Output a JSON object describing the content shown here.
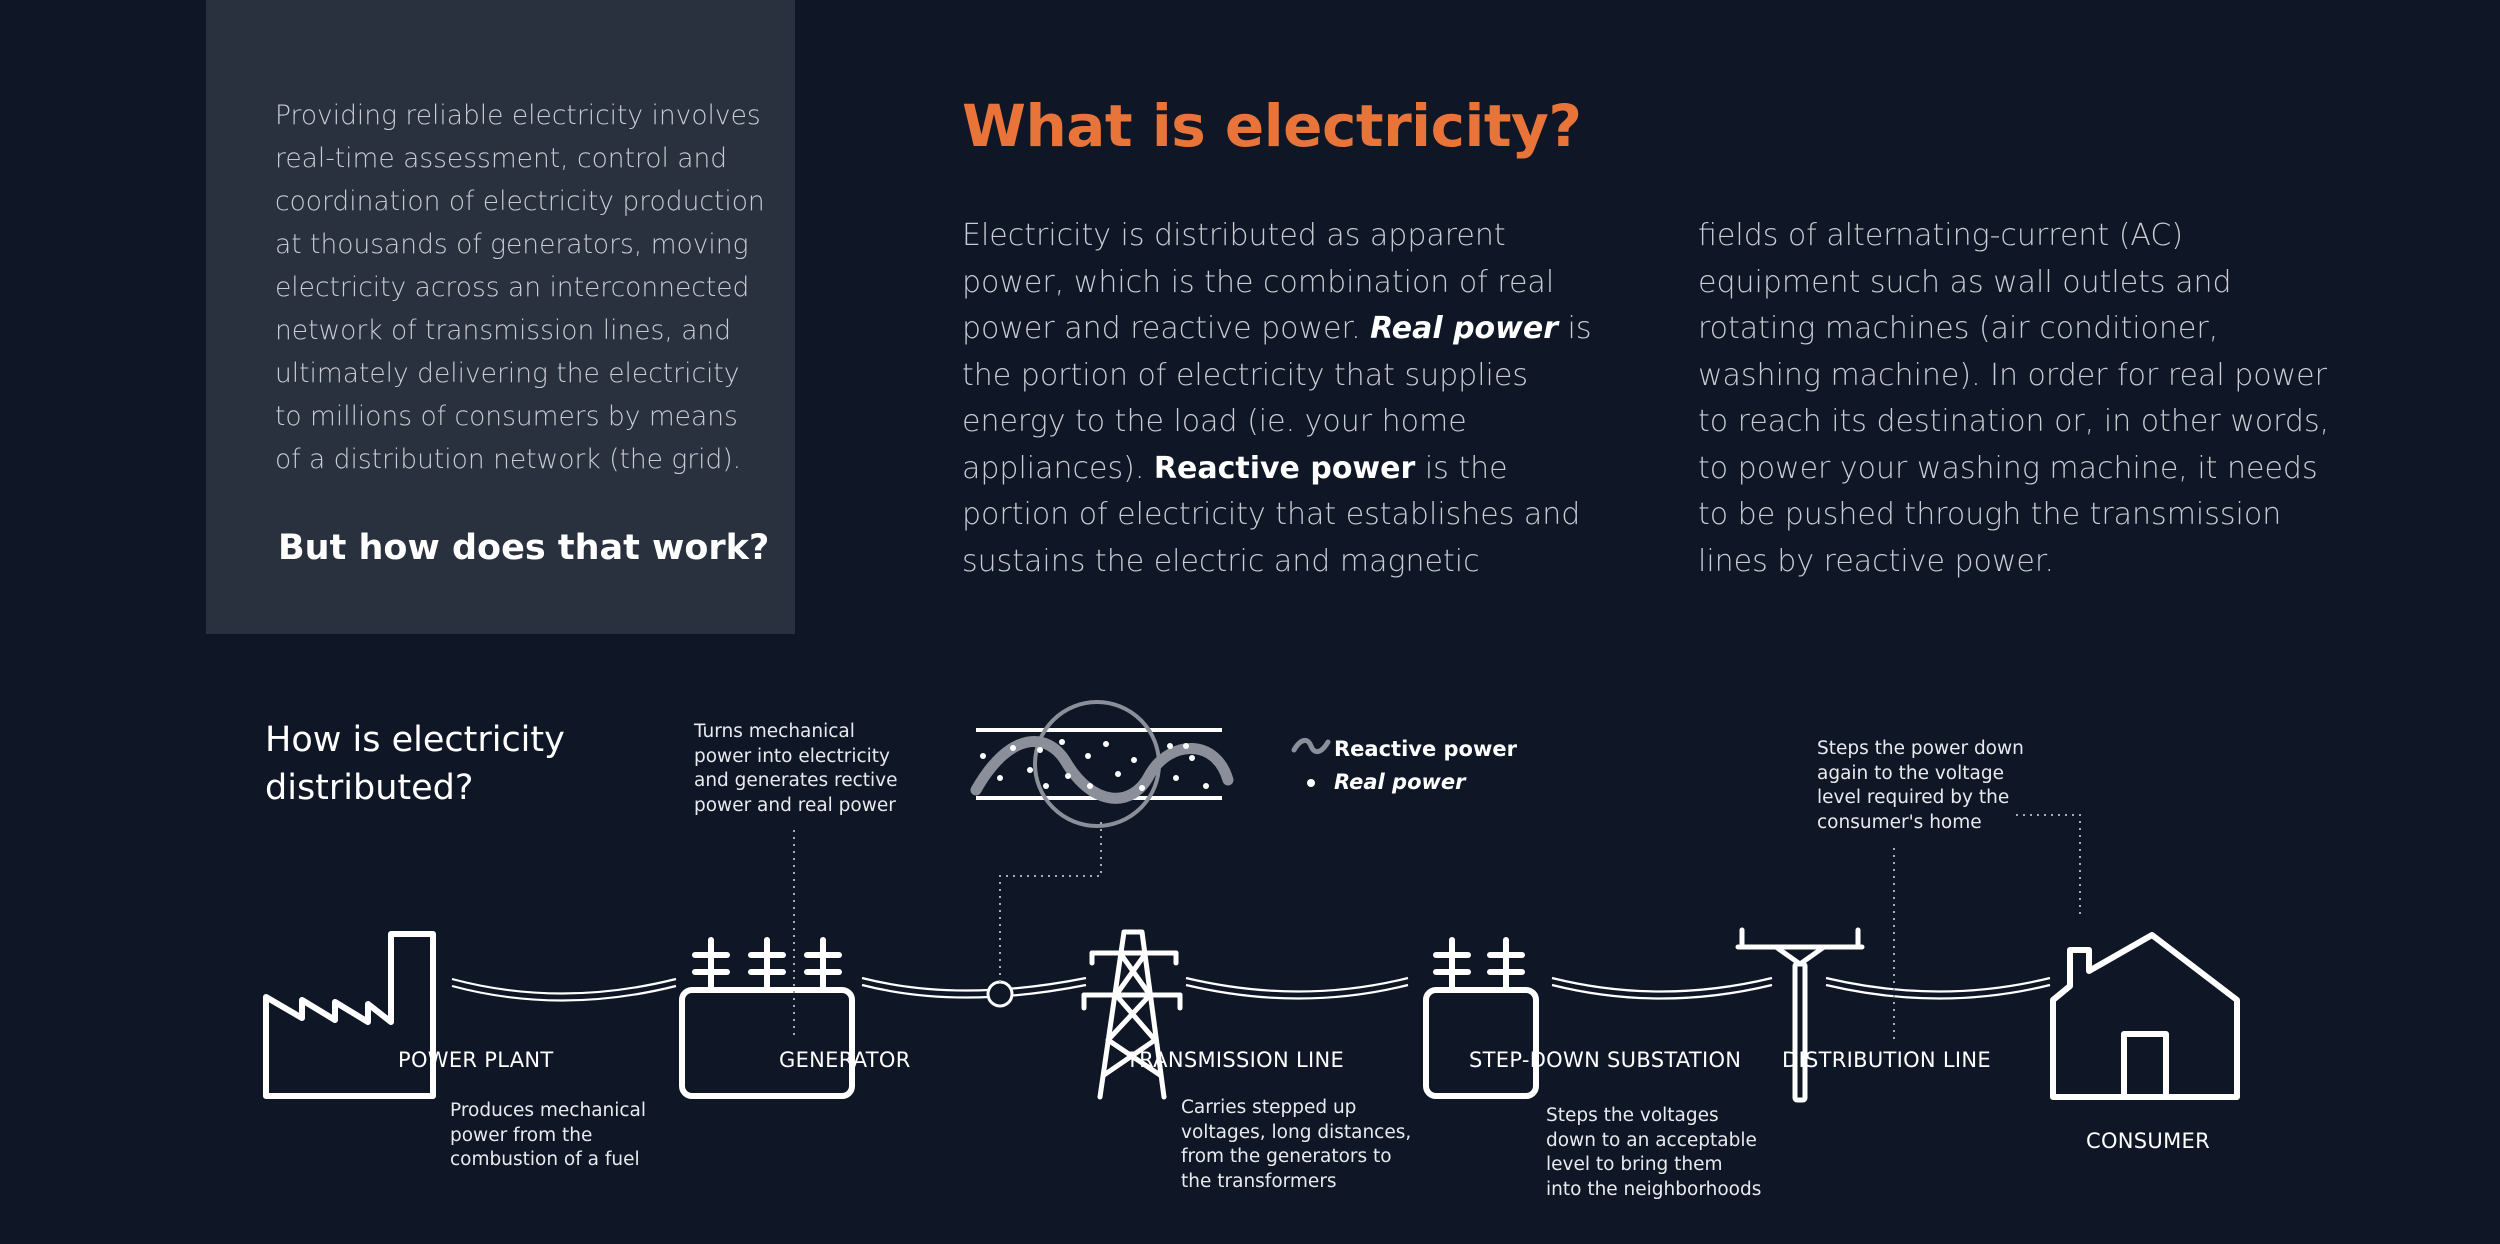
{
  "intro": {
    "text": "Providing reliable electricity involves\nreal-time assessment, control and\ncoordination of electricity production\nat thousands of generators, moving\nelectricity across an interconnected\nnetwork of transmission lines, and\nultimately delivering the electricity\nto millions of consumers by means\nof a distribution network (the grid).",
    "question": "But how does that work?"
  },
  "main": {
    "title": "What is electricity?",
    "col1": {
      "p1": "Electricity is distributed as apparent power, which is the combination of real power and reactive power. ",
      "term_real": "Real power",
      "p2": " is the portion of electricity that supplies energy to the load (ie. your home appliances). ",
      "term_reactive": "Reactive power",
      "p3": " is the portion of electricity that establishes and sustains the electric and magnetic"
    },
    "col2": "fields of alternating-current (AC) equipment such as wall outlets and rotating machines (air conditioner, washing machine). In order for real power to reach its destination or, in other words, to power your washing machine, it needs to be pushed through the transmission lines by reactive power."
  },
  "diagram": {
    "title": "How is electricity\ndistributed?",
    "legend": {
      "reactive": "Reactive power",
      "real": "Real power"
    },
    "stages": {
      "power_plant": {
        "label": "POWER PLANT",
        "note": "Produces mechanical\npower from the\ncombustion of a fuel"
      },
      "generator": {
        "label": "GENERATOR",
        "note": "Turns mechanical\npower into electricity\nand generates rective\npower and real power"
      },
      "transmission_line": {
        "label": "TRANSMISSION LINE",
        "note": "Carries stepped up\nvoltages, long distances,\nfrom the generators to\nthe transformers"
      },
      "step_down_substation": {
        "label": "STEP-DOWN SUBSTATION",
        "note": "Steps the voltages\ndown to an acceptable\nlevel to bring them\ninto the neighborhoods"
      },
      "distribution_line": {
        "label": "DISTRIBUTION LINE",
        "note": "Steps the power down\nagain to the voltage\nlevel required by the\nconsumer's home"
      },
      "consumer": {
        "label": "CONSUMER"
      }
    }
  },
  "colors": {
    "background": "#0f1726",
    "panel": "#29313f",
    "accent": "#e8743a",
    "line": "#ffffff",
    "wave": "#8a8f99"
  },
  "icons": [
    "factory-icon",
    "generator-icon",
    "transmission-tower-icon",
    "substation-icon",
    "distribution-pole-icon",
    "house-icon",
    "wave-magnifier-icon"
  ]
}
